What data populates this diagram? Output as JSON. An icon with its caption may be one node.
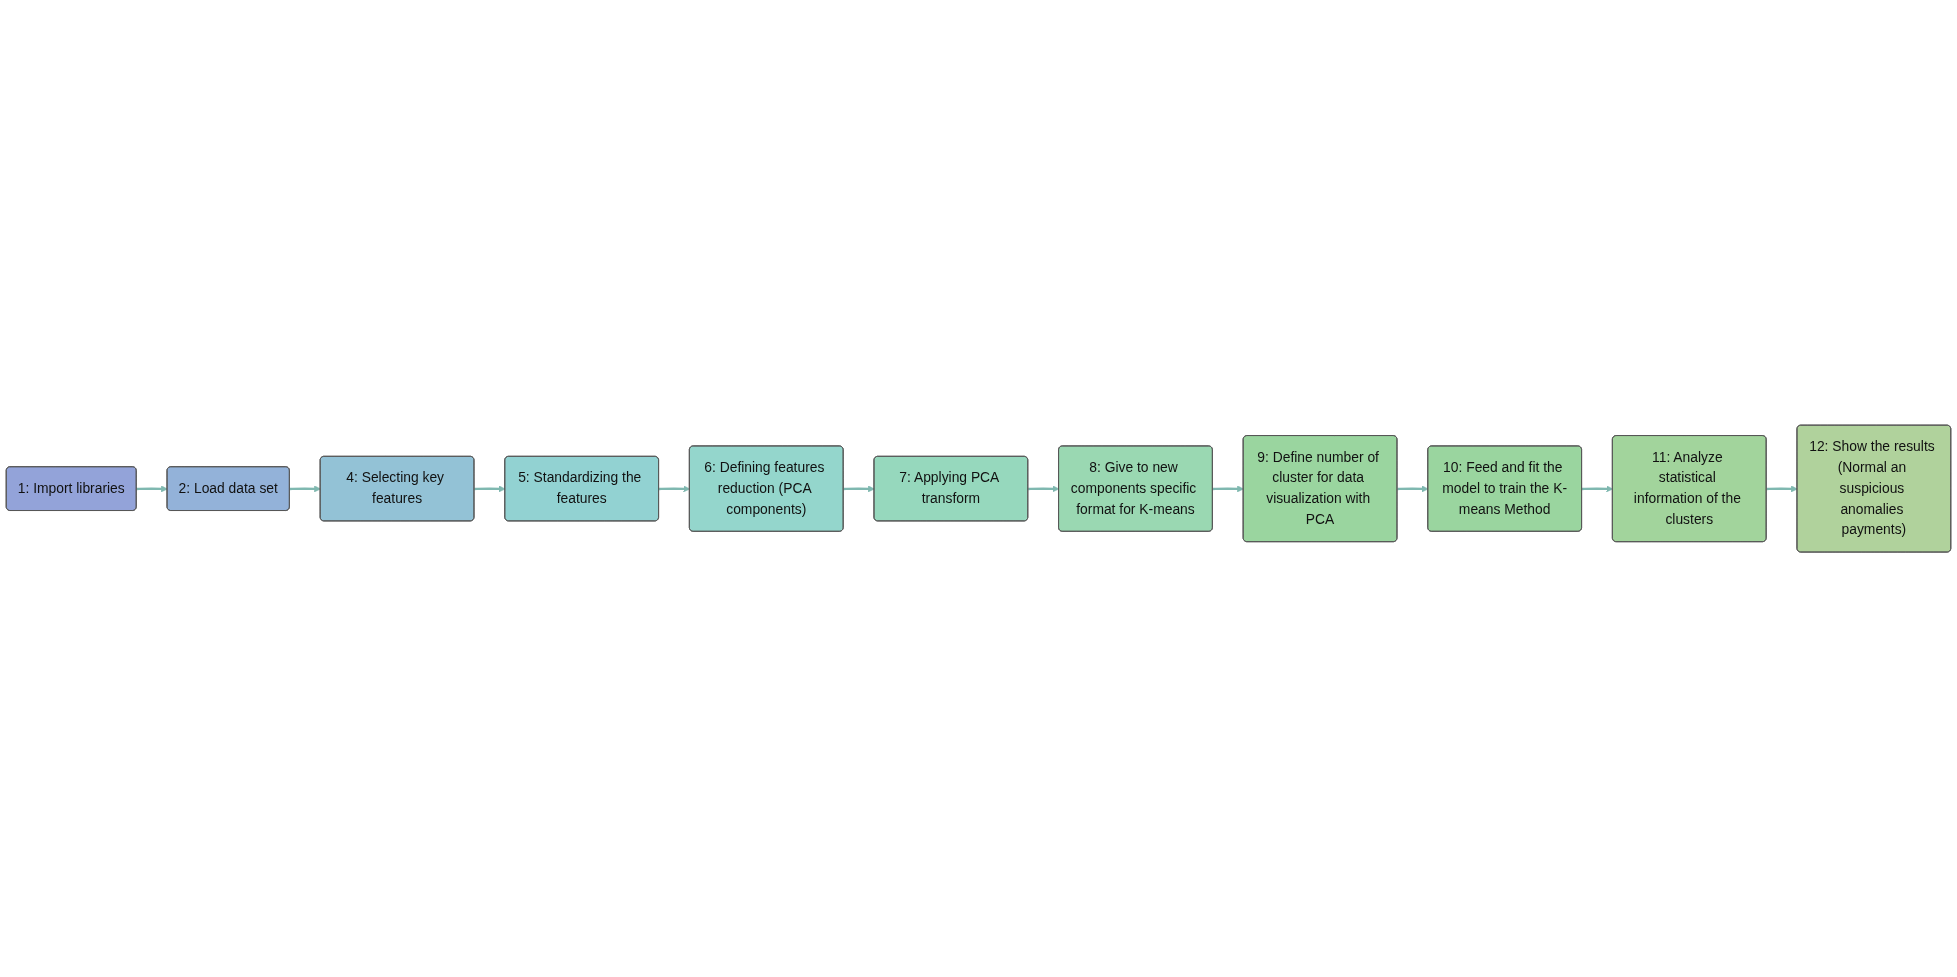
{
  "diagram": {
    "nodes": [
      {
        "text": [
          "1: Import libraries"
        ]
      },
      {
        "text": [
          "2: Load data set"
        ]
      },
      {
        "text": [
          "4: Selecting key features"
        ]
      },
      {
        "text": [
          "5: Standardizing the features"
        ]
      },
      {
        "text": [
          "6: Defining features reduction (PCA components)"
        ]
      },
      {
        "text": [
          "7: Applying PCA transform"
        ]
      },
      {
        "text": [
          "8: Give to new components specific format for K-means"
        ]
      },
      {
        "text": [
          "9: Define number of cluster for data visualization with PCA"
        ]
      },
      {
        "text": [
          "10: Feed and fit the model to train the K-means Method"
        ]
      },
      {
        "text": [
          "11: Analyze statistical information of the clusters"
        ]
      },
      {
        "text": [
          "12: Show the results (Normal an suspicious anomalies payments)"
        ]
      }
    ],
    "edges": [
      {
        "from": 0,
        "to": 1,
        "arrow": "to"
      },
      {
        "from": 1,
        "to": 2,
        "arrow": "to"
      },
      {
        "from": 2,
        "to": 3,
        "arrow": "to"
      },
      {
        "from": 3,
        "to": 4,
        "arrow": "to"
      },
      {
        "from": 4,
        "to": 5,
        "arrow": "to"
      },
      {
        "from": 5,
        "to": 6,
        "arrow": "to"
      },
      {
        "from": 6,
        "to": 7,
        "arrow": "to"
      },
      {
        "from": 7,
        "to": 8,
        "arrow": "to"
      },
      {
        "from": 8,
        "to": 9,
        "arrow": "to"
      },
      {
        "from": 9,
        "to": 10,
        "arrow": "to"
      }
    ]
  }
}
